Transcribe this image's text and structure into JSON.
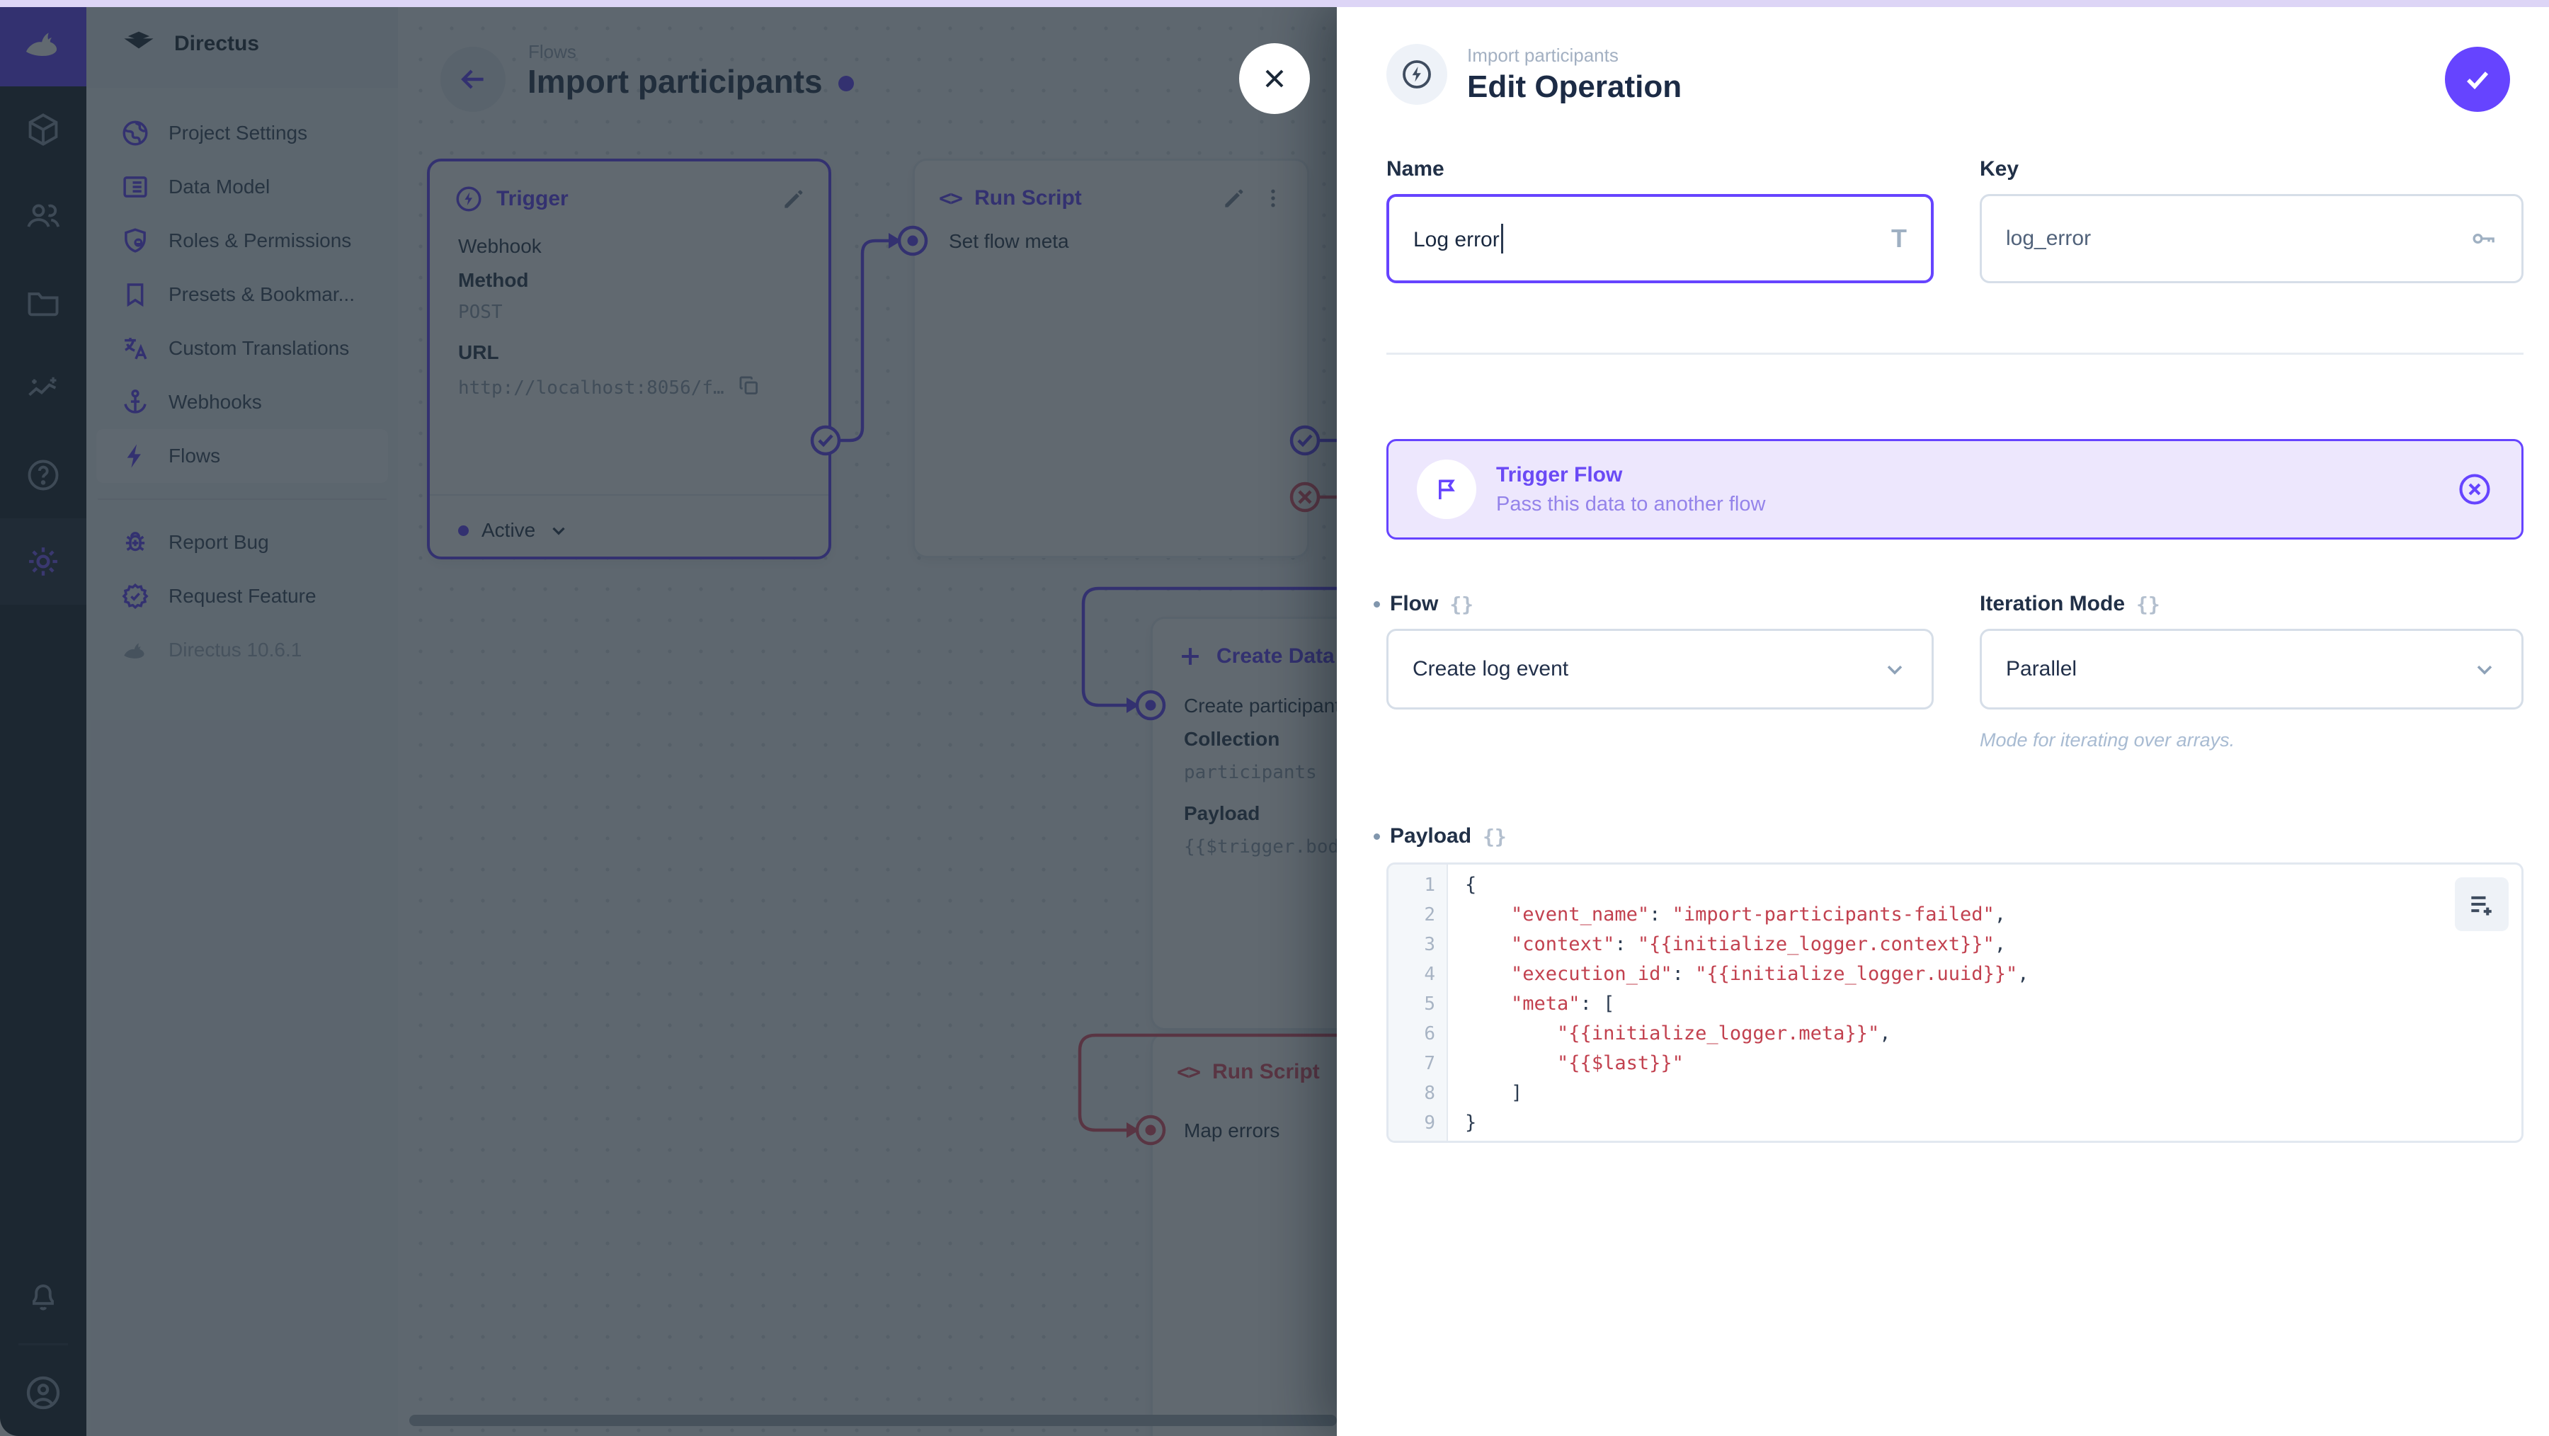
{
  "app": {
    "accent": "#6644FF",
    "danger": "#E35169"
  },
  "module_bar": {
    "icons": [
      "directus-logo",
      "content-module",
      "users-module",
      "files-module",
      "insights-module",
      "help-module",
      "settings-module",
      "notifications",
      "account"
    ]
  },
  "sidebar": {
    "project": "Directus",
    "items": [
      {
        "label": "Project Settings",
        "icon": "globe"
      },
      {
        "label": "Data Model",
        "icon": "data-model"
      },
      {
        "label": "Roles & Permissions",
        "icon": "shield-user"
      },
      {
        "label": "Presets & Bookmar...",
        "icon": "bookmark"
      },
      {
        "label": "Custom Translations",
        "icon": "translate"
      },
      {
        "label": "Webhooks",
        "icon": "anchor"
      },
      {
        "label": "Flows",
        "icon": "bolt",
        "active": true
      }
    ],
    "secondary": [
      {
        "label": "Report Bug",
        "icon": "bug"
      },
      {
        "label": "Request Feature",
        "icon": "seal-check"
      }
    ],
    "version": "Directus 10.6.1"
  },
  "canvas": {
    "breadcrumb": "Flows",
    "title": "Import participants",
    "trigger_panel": {
      "title": "Trigger",
      "type": "Webhook",
      "method_label": "Method",
      "method": "POST",
      "url_label": "URL",
      "url": "http://localhost:8056/f…",
      "status": "Active"
    },
    "run_script_panel": {
      "title": "Run Script",
      "item": "Set flow meta"
    },
    "create_data_panel": {
      "title": "Create Data",
      "item": "Create participant",
      "collection_label": "Collection",
      "collection": "participants",
      "payload_label": "Payload",
      "payload": "{{$trigger.bod"
    },
    "error_script_panel": {
      "title": "Run Script",
      "item": "Map errors"
    }
  },
  "drawer": {
    "breadcrumb": "Import participants",
    "title": "Edit Operation",
    "name": {
      "label": "Name",
      "value": "Log error"
    },
    "key": {
      "label": "Key",
      "value": "log_error"
    },
    "banner": {
      "title": "Trigger Flow",
      "subtitle": "Pass this data to another flow"
    },
    "flow": {
      "label": "Flow",
      "value": "Create log event",
      "type_icon": "{}"
    },
    "iteration": {
      "label": "Iteration Mode",
      "value": "Parallel",
      "type_icon": "{}",
      "hint": "Mode for iterating over arrays."
    },
    "payload": {
      "label": "Payload",
      "type_icon": "{}",
      "lines": [
        {
          "n": "1",
          "segs": [
            {
              "c": "p",
              "t": "{"
            }
          ]
        },
        {
          "n": "2",
          "segs": [
            {
              "c": "p",
              "t": "    "
            },
            {
              "c": "s",
              "t": "\"event_name\""
            },
            {
              "c": "p",
              "t": ": "
            },
            {
              "c": "s",
              "t": "\"import-participants-failed\""
            },
            {
              "c": "p",
              "t": ","
            }
          ]
        },
        {
          "n": "3",
          "segs": [
            {
              "c": "p",
              "t": "    "
            },
            {
              "c": "s",
              "t": "\"context\""
            },
            {
              "c": "p",
              "t": ": "
            },
            {
              "c": "s",
              "t": "\"{{initialize_logger.context}}\""
            },
            {
              "c": "p",
              "t": ","
            }
          ]
        },
        {
          "n": "4",
          "segs": [
            {
              "c": "p",
              "t": "    "
            },
            {
              "c": "s",
              "t": "\"execution_id\""
            },
            {
              "c": "p",
              "t": ": "
            },
            {
              "c": "s",
              "t": "\"{{initialize_logger.uuid}}\""
            },
            {
              "c": "p",
              "t": ","
            }
          ]
        },
        {
          "n": "5",
          "segs": [
            {
              "c": "p",
              "t": "    "
            },
            {
              "c": "s",
              "t": "\"meta\""
            },
            {
              "c": "p",
              "t": ": ["
            }
          ]
        },
        {
          "n": "6",
          "segs": [
            {
              "c": "p",
              "t": "        "
            },
            {
              "c": "s",
              "t": "\"{{initialize_logger.meta}}\""
            },
            {
              "c": "p",
              "t": ","
            }
          ]
        },
        {
          "n": "7",
          "segs": [
            {
              "c": "p",
              "t": "        "
            },
            {
              "c": "s",
              "t": "\"{{$last}}\""
            }
          ]
        },
        {
          "n": "8",
          "segs": [
            {
              "c": "p",
              "t": "    ]"
            }
          ]
        },
        {
          "n": "9",
          "segs": [
            {
              "c": "p",
              "t": "}"
            }
          ]
        }
      ]
    }
  }
}
